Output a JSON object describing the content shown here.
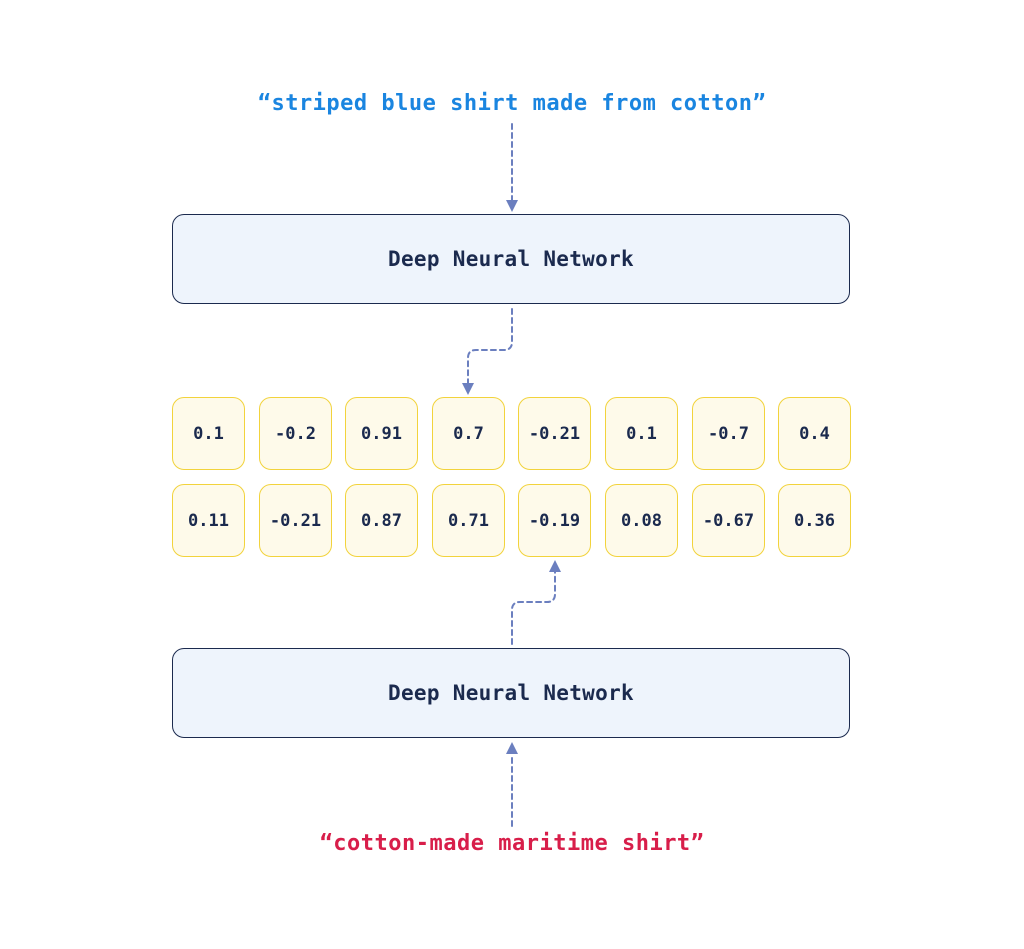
{
  "query_top": "“striped blue shirt made from cotton”",
  "query_bottom": "“cotton-made maritime shirt”",
  "dnn_top_label": "Deep Neural Network",
  "dnn_bottom_label": "Deep Neural Network",
  "vector_top": [
    "0.1",
    "-0.2",
    "0.91",
    "0.7",
    "-0.21",
    "0.1",
    "-0.7",
    "0.4"
  ],
  "vector_bottom": [
    "0.11",
    "-0.21",
    "0.87",
    "0.71",
    "-0.19",
    "0.08",
    "-0.67",
    "0.36"
  ],
  "colors": {
    "query_top": "#1a85e0",
    "query_bottom": "#d81e4a",
    "box_border": "#1b2a4e",
    "box_fill": "#eef4fc",
    "cell_border": "#f2d33c",
    "cell_fill": "#fefaea",
    "arrow": "#6b7fbf"
  }
}
